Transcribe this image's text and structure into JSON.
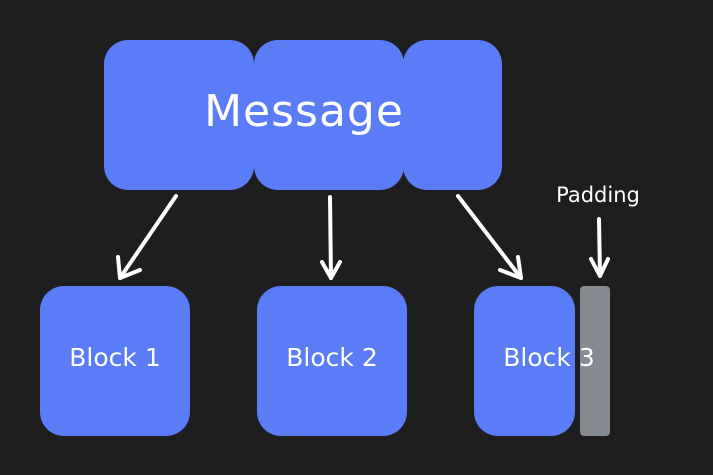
{
  "message": {
    "label": "Message"
  },
  "blocks": [
    {
      "label": "Block 1"
    },
    {
      "label": "Block 2"
    },
    {
      "label": "Block 3"
    }
  ],
  "padding": {
    "label": "Padding"
  },
  "colors": {
    "background": "#1e1e1e",
    "block": "#5b7cf7",
    "padding": "#868b91",
    "text": "#ffffff",
    "arrow": "#ffffff"
  }
}
